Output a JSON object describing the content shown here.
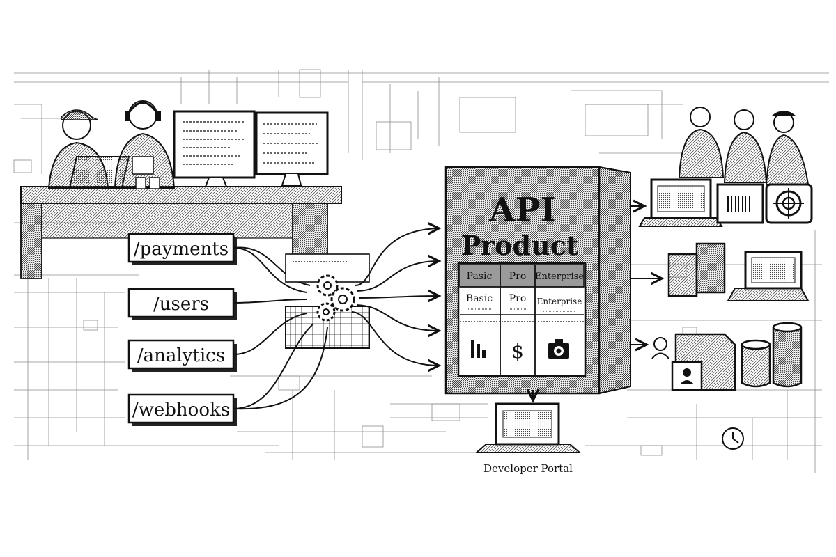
{
  "endpoints": [
    {
      "label": "/payments"
    },
    {
      "label": "/users"
    },
    {
      "label": "/analytics"
    },
    {
      "label": "/webhooks"
    }
  ],
  "product": {
    "title_line1": "API",
    "title_line2": "Product",
    "tier_headers": [
      "Pasic",
      "Pro",
      "Enterprise"
    ],
    "tier_names": [
      "Basic",
      "Pro",
      "Enterprise"
    ],
    "tier_icons": [
      "bar-chart-icon",
      "dollar-icon",
      "camera-icon"
    ],
    "dollar_glyph": "$"
  },
  "portal": {
    "label": "Developer Portal"
  },
  "colors": {
    "ink": "#111111",
    "paper": "#ffffff",
    "tier_header_bg": "#9a9a9a"
  }
}
